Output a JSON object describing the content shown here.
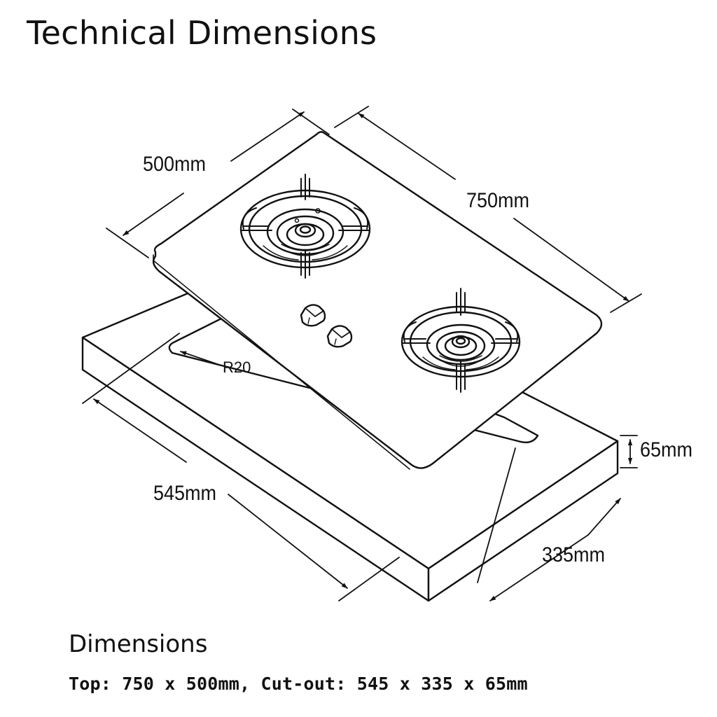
{
  "title": "Technical Dimensions",
  "dimensions": {
    "top_depth": "500mm",
    "top_width": "750mm",
    "corner_radius": "R20",
    "cutout_width": "545mm",
    "cutout_depth": "335mm",
    "cutout_height": "65mm"
  },
  "icons": [
    "burner-icon",
    "knob-icon"
  ],
  "summary": {
    "heading": "Dimensions",
    "text": "Top: 750 x 500mm, Cut-out: 545 x 335 x 65mm"
  }
}
